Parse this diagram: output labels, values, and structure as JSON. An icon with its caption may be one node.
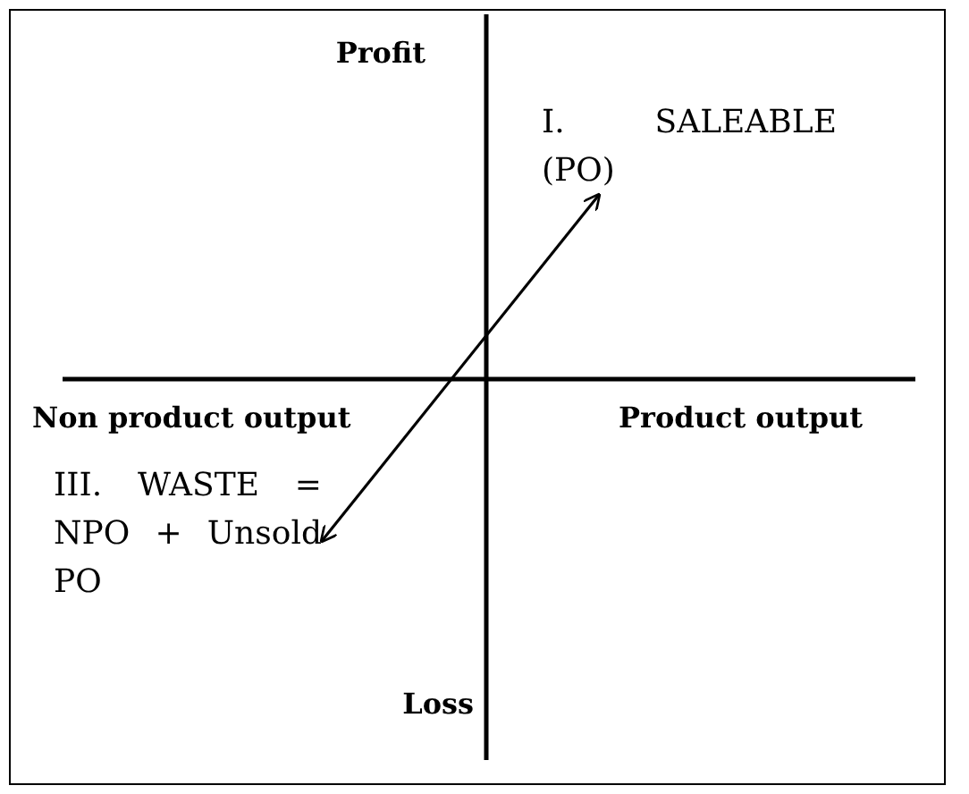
{
  "diagram": {
    "nodes": [
      {
        "text": [
          "I. SALEABLE (PO)"
        ]
      },
      {
        "text": [
          "III. WASTE = NPO + Unsold PO"
        ]
      }
    ],
    "edges": [
      {
        "from": 1,
        "to": 0,
        "arrow": "both"
      }
    ],
    "labels": [
      "Profit",
      "Non product output",
      "Product output",
      "Loss"
    ]
  }
}
